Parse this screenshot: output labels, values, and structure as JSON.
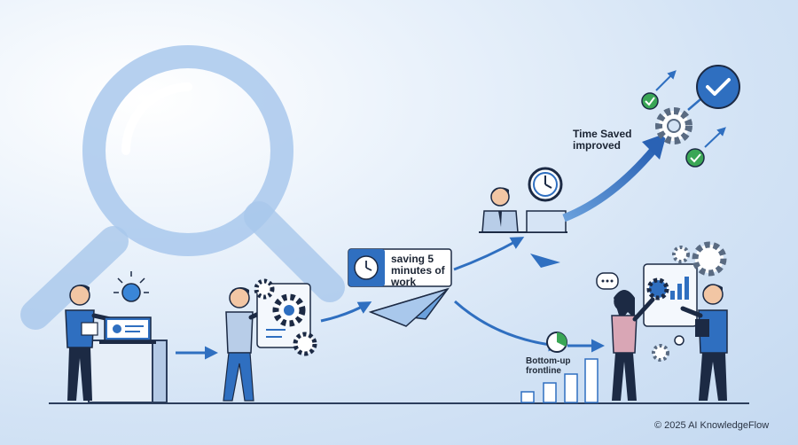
{
  "labels": {
    "saving": "saving 5 minutes of work",
    "time_saved": "Time Saved improved",
    "bottom_up": "Bottom-up frontline"
  },
  "footer": {
    "copyright": "© 2025 AI KnowledgeFlow"
  },
  "icons": [
    "magnifier-icon",
    "lightbulb-icon",
    "gear-icon",
    "clock-icon",
    "checkmark-icon",
    "paper-plane-icon",
    "pie-chart-icon",
    "bar-chart-icon",
    "chat-bubble-icon",
    "laptop-icon"
  ],
  "colors": {
    "background": "#d3e3f5",
    "accent_blue": "#2f6fc0",
    "dark_navy": "#1c2a44",
    "check_green": "#3aa655"
  }
}
